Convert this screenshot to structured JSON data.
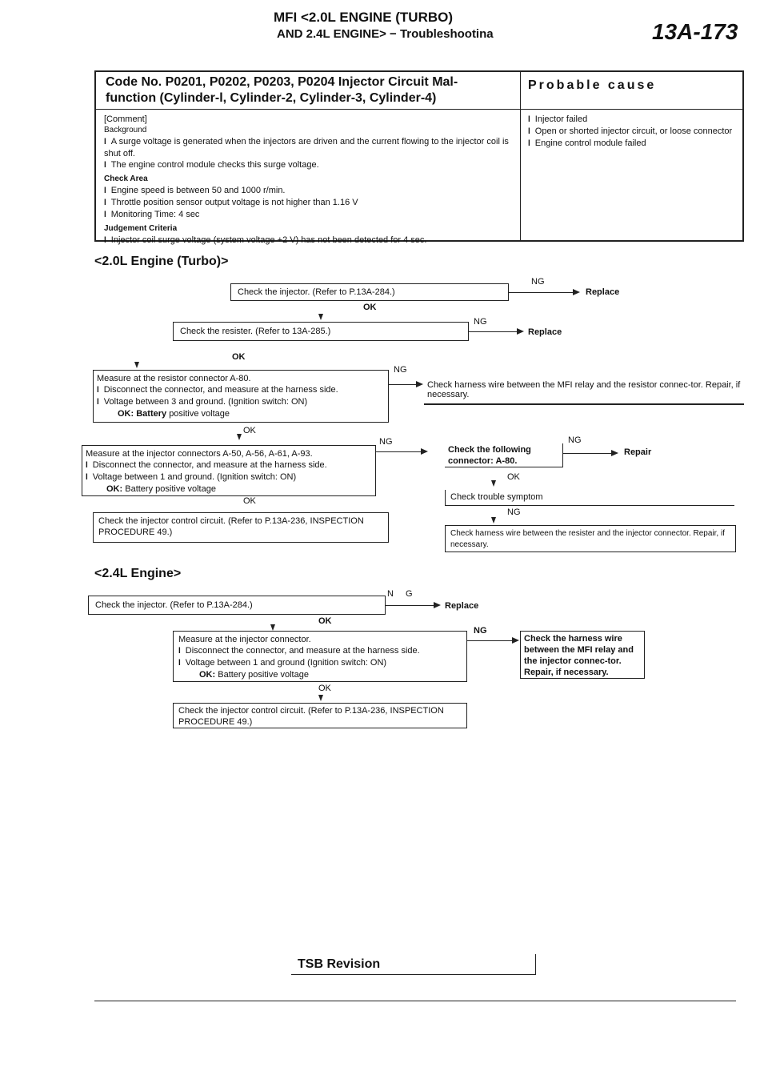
{
  "header": {
    "line1": "MFI <2.0L ENGINE (TURBO)",
    "line2": "AND 2.4L ENGINE> − Troubleshootina",
    "page_no": "13A-173"
  },
  "code_table": {
    "title": "Code No. P0201, P0202, P0203, P0204 Injector Circuit Mal-function (Cylinder-l, Cylinder-2, Cylinder-3, Cylinder-4)",
    "title_line1": "Code No. P0201, P0202, P0203, P0204 Injector Circuit Mal-",
    "title_line2": "function (Cylinder-l, Cylinder-2, Cylinder-3, Cylinder-4)",
    "probable_cause_header": "Probable cause",
    "comment": "[Comment]",
    "background_label": "Background",
    "background_items": [
      "A surge voltage is generated when the injectors are driven and the current flowing to the injector coil is shut off.",
      "The engine control module checks this surge voltage."
    ],
    "check_area_label": "Check Area",
    "check_area_items": [
      "Engine speed is between 50 and 1000 r/min.",
      "Throttle position sensor output voltage is not higher than 1.16 V",
      "Monitoring Time: 4 sec"
    ],
    "judgement_label": "Judgement Criteria",
    "judgement_items": [
      "Injector coil surge voltage (system voltage +2 V) has not been detected for 4 sec."
    ],
    "causes": [
      "Injector failed",
      "Open or shorted injector circuit, or loose connector",
      "Engine control module failed"
    ]
  },
  "section1": {
    "title": "<2.0L Engine (Turbo)>",
    "box_injector": "Check the injector. (Refer to P.13A-284.)",
    "box_resister": "Check the resister. (Refer to 13A-285.)",
    "replace1": "Replace",
    "replace2": "Replace",
    "box_measure_resistor": {
      "line1": "Measure at the resistor connector A-80.",
      "item1": "Disconnect the connector, and measure at the harness side.",
      "item2": "Voltage between 3 and ground. (Ignition switch: ON)",
      "ok_label": "OK: Battery",
      "ok_text": "positive voltage"
    },
    "box_harness_mfi": "Check harness wire between the MFI relay and the resistor connec-tor. Repair, if necessary.",
    "box_measure_injector": {
      "line1": "Measure at the injector connectors A-50, A-56, A-61, A-93.",
      "item1": "Disconnect the connector, and measure at the harness side.",
      "item2": "Voltage between 1 and ground. (Ignition switch: ON)",
      "ok_label": "OK:",
      "ok_text": "Battery positive voltage"
    },
    "box_following": "Check the following connector: A-80.",
    "repair": "Repair",
    "box_trouble": "Check trouble symptom",
    "box_control_circuit": "Check the injector control circuit. (Refer to P.13A-236, INSPECTION PROCEDURE 49.)",
    "box_harness_resister": "Check harness wire between the resister and the injector connector. Repair, if necessary."
  },
  "section2": {
    "title": "<2.4L Engine>",
    "box_injector": "Check the injector. (Refer to P.13A-284.)",
    "replace": "Replace",
    "box_measure": {
      "line1": "Measure at the injector connector.",
      "item1": "Disconnect the connector, and measure at the harness side.",
      "item2": "Voltage between 1 and ground (Ignition switch: ON)",
      "ok_label": "OK:",
      "ok_text": "Battery positive voltage"
    },
    "box_harness": "Check the harness wire between the MFI relay and the injector connec-tor. Repair, if necessary.",
    "box_control": "Check the injector control circuit. (Refer to P.13A-236, INSPECTION PROCEDURE 49.)"
  },
  "labels": {
    "ok": "OK",
    "ng": "NG",
    "ng_spaced": "N G"
  },
  "footer": {
    "tsb": "TSB Revision"
  }
}
